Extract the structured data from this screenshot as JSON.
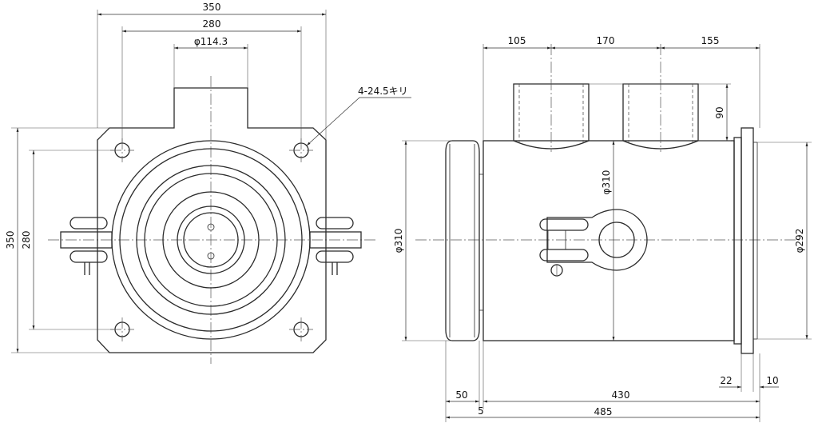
{
  "front_view": {
    "overall_width": "350",
    "bolt_spacing_width": "280",
    "port_diameter": "φ114.3",
    "bolt_hole_callout": "4-24.5キリ",
    "overall_height": "350",
    "bolt_spacing_height": "280"
  },
  "side_view": {
    "port1_offset": "105",
    "port_spacing": "170",
    "port2_to_end": "155",
    "port_height": "90",
    "cylinder_diameter": "φ310",
    "inner_diameter": "φ310",
    "flange_diameter": "φ292",
    "cap_length": "50",
    "gap": "5",
    "body_length": "430",
    "total_length": "485",
    "flange_offset": "22",
    "flange_thickness": "10"
  }
}
